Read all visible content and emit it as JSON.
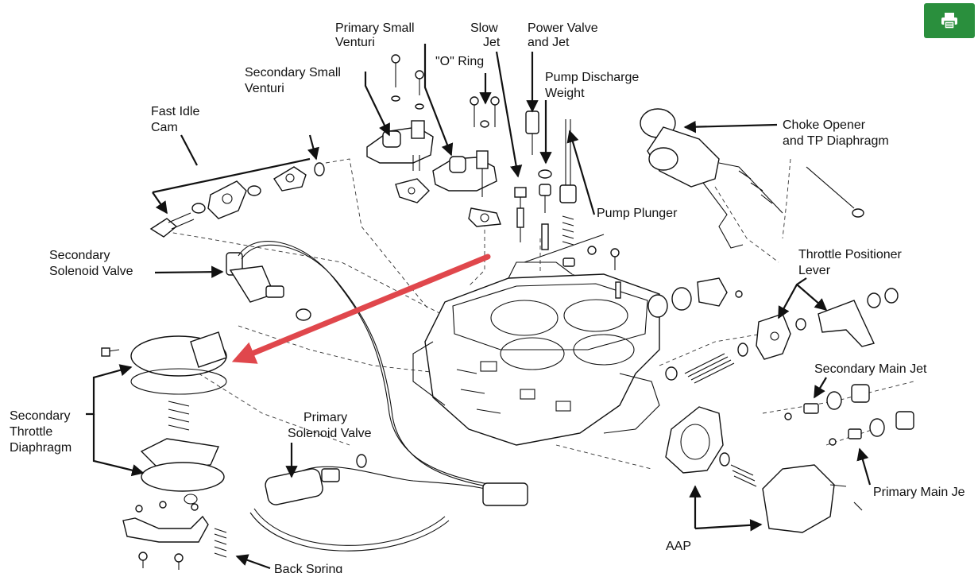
{
  "labels": {
    "primary_small_venturi": [
      "Primary Small",
      "Venturi"
    ],
    "slow_jet": [
      "Slow",
      "Jet"
    ],
    "power_valve_jet": [
      "Power Valve",
      "and Jet"
    ],
    "o_ring": "\"O\" Ring",
    "secondary_small_venturi": [
      "Secondary Small",
      "Venturi"
    ],
    "pump_discharge_weight": [
      "Pump Discharge",
      "Weight"
    ],
    "fast_idle_cam": [
      "Fast Idle",
      "Cam"
    ],
    "choke_opener": [
      "Choke Opener",
      "and TP Diaphragm"
    ],
    "pump_plunger": "Pump Plunger",
    "secondary_solenoid_valve": [
      "Secondary",
      "Solenoid Valve"
    ],
    "throttle_positioner_lever": [
      "Throttle Positioner",
      "Lever"
    ],
    "secondary_main_jet": "Secondary Main Jet",
    "secondary_throttle_diaphragm": [
      "Secondary",
      "Throttle",
      "Diaphragm"
    ],
    "primary_solenoid_valve": [
      "Primary",
      "Solenoid Valve"
    ],
    "primary_main_jet": "Primary Main Je",
    "aap": "AAP",
    "back_spring": "Back Spring"
  },
  "colors": {
    "highlight_arrow": "#e0474c",
    "print_button": "#2a8f3d"
  },
  "icons": {
    "print": "printer-icon"
  }
}
